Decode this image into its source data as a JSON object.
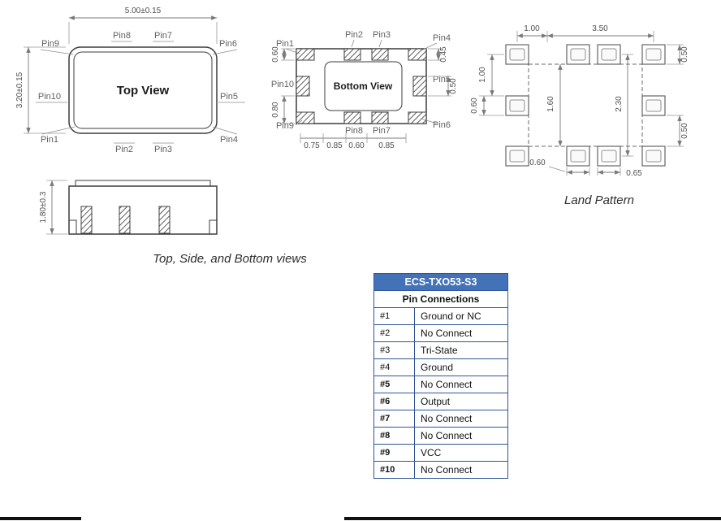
{
  "page": {
    "views_caption": "Top, Side, and Bottom views",
    "land_pattern_caption": "Land Pattern"
  },
  "top_view": {
    "title": "Top View",
    "dim_width": "5.00±0.15",
    "dim_height": "3.20±0.15",
    "pins": {
      "pin1": "Pin1",
      "pin2": "Pin2",
      "pin3": "Pin3",
      "pin4": "Pin4",
      "pin5": "Pin5",
      "pin6": "Pin6",
      "pin7": "Pin7",
      "pin8": "Pin8",
      "pin9": "Pin9",
      "pin10": "Pin10"
    }
  },
  "side_view": {
    "dim_height": "1.80±0.3"
  },
  "bottom_view": {
    "title": "Bottom View",
    "pins": {
      "pin1": "Pin1",
      "pin2": "Pin2",
      "pin3": "Pin3",
      "pin4": "Pin4",
      "pin5": "Pin5",
      "pin6": "Pin6",
      "pin7": "Pin7",
      "pin8": "Pin8",
      "pin9": "Pin9",
      "pin10": "Pin10"
    },
    "dims": {
      "left_top": "0.60",
      "left_bottom": "0.80",
      "right_top": "0.45",
      "right_mid": "0.50",
      "bottom_1": "0.75",
      "bottom_2": "0.85",
      "bottom_3": "0.60",
      "bottom_4": "0.85"
    }
  },
  "land_pattern": {
    "dims": {
      "top_left": "1.00",
      "top_span": "3.50",
      "right_top": "0.50",
      "left_upper": "1.00",
      "left_lower": "0.60",
      "inner_height": "1.60",
      "overall_height": "2.30",
      "right_lower": "0.50",
      "bottom_pad_width": "0.60",
      "bottom_offset": "0.65"
    }
  },
  "pin_table": {
    "title": "ECS-TXO53-S3",
    "subtitle": "Pin Connections",
    "rows": [
      {
        "pin": "#1",
        "connection": "Ground or NC"
      },
      {
        "pin": "#2",
        "connection": "No Connect"
      },
      {
        "pin": "#3",
        "connection": "Tri-State"
      },
      {
        "pin": "#4",
        "connection": "Ground"
      },
      {
        "pin": "#5",
        "connection": "No Connect"
      },
      {
        "pin": "#6",
        "connection": "Output"
      },
      {
        "pin": "#7",
        "connection": "No Connect"
      },
      {
        "pin": "#8",
        "connection": "No Connect"
      },
      {
        "pin": "#9",
        "connection": "VCC"
      },
      {
        "pin": "#10",
        "connection": "No Connect"
      }
    ]
  },
  "colors": {
    "table_header_bg": "#4472b8",
    "table_border": "#2f5597",
    "drawing_line": "#3c3c3c",
    "dimension_text": "#4e4e4e",
    "pin_label": "#5f5f5f"
  }
}
